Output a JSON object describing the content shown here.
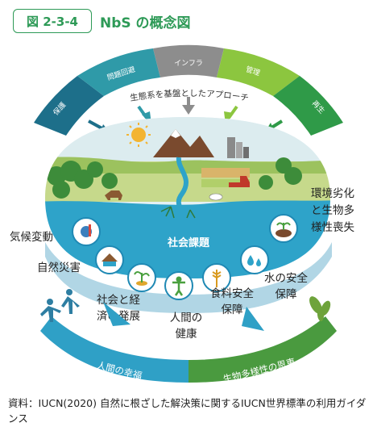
{
  "header": {
    "figure_number": "図 2-3-4",
    "title": "NbS の概念図"
  },
  "arc_segments": [
    {
      "label": "保護",
      "color": "#1d6f8a"
    },
    {
      "label": "問題回避",
      "color": "#2f9aa8"
    },
    {
      "label": "インフラ",
      "color": "#8d8d8d"
    },
    {
      "label": "管理",
      "color": "#8cc63f"
    },
    {
      "label": "再生",
      "color": "#2f9a48"
    }
  ],
  "approach_label": "生態系を基盤としたアプローチ",
  "center_label": "社会課題",
  "issues": {
    "climate_change": "気候変動",
    "natural_disaster": "自然災害",
    "economic_dev": [
      "社会と経",
      "済の発展"
    ],
    "human_health": [
      "人間の",
      "健康"
    ],
    "food_security": [
      "食料安全",
      "保障"
    ],
    "water_security": [
      "水の安全",
      "保障"
    ],
    "env_degradation": [
      "環境劣化",
      "と生物多",
      "様性喪失"
    ]
  },
  "outcomes": {
    "human_wellbeing": "人間の幸福",
    "biodiversity_benefit": "生物多様性の恩恵"
  },
  "source": {
    "label": "資料：",
    "text": "IUCN(2020) 自然に根ざした解決策に関するIUCN世界標準の利用ガイダンス"
  },
  "colors": {
    "accent_green": "#2e9a57",
    "water_blue": "#2ea3c9",
    "lower_band": "#1f89b4",
    "outcome_left": "#2fa0c6",
    "outcome_right": "#4a9a3f"
  }
}
